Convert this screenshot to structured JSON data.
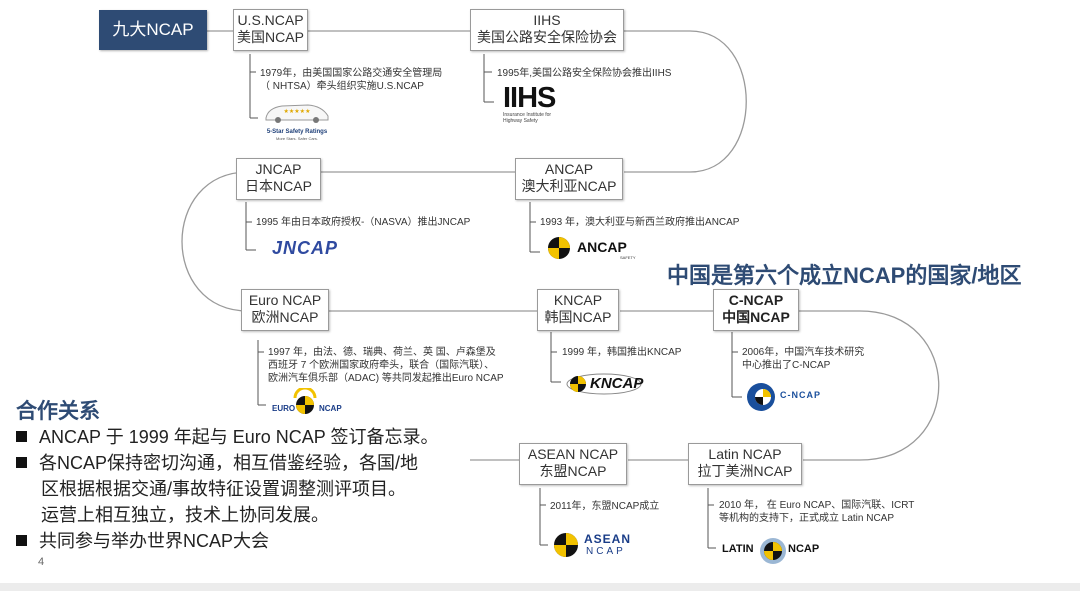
{
  "title": "九大NCAP",
  "highlight": "中国是第六个成立NCAP的国家/地区",
  "nodes": [
    {
      "id": "usncap",
      "line1": "U.S.NCAP",
      "line2": "美国NCAP",
      "desc": [
        "1979年，由美国国家公路交通安全管理局",
        "（ NHTSA）牵头组织实施U.S.NCAP"
      ],
      "logo_text": "5-Star Safety Ratings",
      "logo_sub": "More Stars. Safer Cars."
    },
    {
      "id": "iihs",
      "line1": "IIHS",
      "line2": "美国公路安全保险协会",
      "desc": [
        "1995年,美国公路安全保险协会推出IIHS"
      ],
      "logo_text": "IIHS",
      "logo_sub1": "Insurance Institute for",
      "logo_sub2": "Highway Safety"
    },
    {
      "id": "jncap",
      "line1": "JNCAP",
      "line2": "日本NCAP",
      "desc": [
        "1995 年由日本政府授权-（NASVA）推出JNCAP"
      ],
      "logo_text": "JNCAP"
    },
    {
      "id": "ancap",
      "line1": "ANCAP",
      "line2": "澳大利亚NCAP",
      "desc": [
        "1993 年，澳大利亚与新西兰政府推出ANCAP"
      ],
      "logo_text": "ANCAP",
      "logo_sub": "SAFETY"
    },
    {
      "id": "euroncap",
      "line1": "Euro NCAP",
      "line2": "欧洲NCAP",
      "desc": [
        "1997 年，由法、德、瑞典、荷兰、英 国、卢森堡及",
        "西班牙 7 个欧洲国家政府牵头，联合（国际汽联）、",
        "欧洲汽车俱乐部（ADAC) 等共同发起推出Euro NCAP"
      ],
      "logo_text": "EURO",
      "logo_text2": "NCAP",
      "logo_arc": "FOR SAFER CARS"
    },
    {
      "id": "kncap",
      "line1": "KNCAP",
      "line2": "韩国NCAP",
      "desc": [
        "1999 年，韩国推出KNCAP"
      ],
      "logo_text": "KNCAP"
    },
    {
      "id": "cncap",
      "line1": "C-NCAP",
      "line2": "中国NCAP",
      "desc": [
        "2006年，中国汽车技术研究",
        "中心推出了C-NCAP"
      ],
      "logo_text": "C-NCAP"
    },
    {
      "id": "aseanncap",
      "line1": "ASEAN NCAP",
      "line2": "东盟NCAP",
      "desc": [
        "2011年，东盟NCAP成立"
      ],
      "logo_text": "ASEAN",
      "logo_text2": "NCAP"
    },
    {
      "id": "latinncap",
      "line1": "Latin NCAP",
      "line2": "拉丁美洲NCAP",
      "desc": [
        "2010 年， 在 Euro NCAP、国际汽联、ICRT",
        "等机构的支持下，正式成立 Latin NCAP"
      ],
      "logo_text": "LATIN",
      "logo_text2": "NCAP"
    }
  ],
  "cooperation": {
    "title": "合作关系",
    "bullets": [
      [
        "ANCAP 于 1999 年起与 Euro NCAP 签订备忘录。"
      ],
      [
        "各NCAP保持密切沟通，相互借鉴经验，各国/地",
        "区根据根据交通/事故特征设置调整测评项目。",
        "运营上相互独立，技术上协同发展。"
      ],
      [
        "共同参与举办世界NCAP大会"
      ]
    ]
  },
  "page_number": "4",
  "colors": {
    "title_bg": "#2e4b74",
    "accent": "#2e4b74",
    "logo_yellow": "#f2c200",
    "cncap_blue": "#1a4f9c"
  }
}
